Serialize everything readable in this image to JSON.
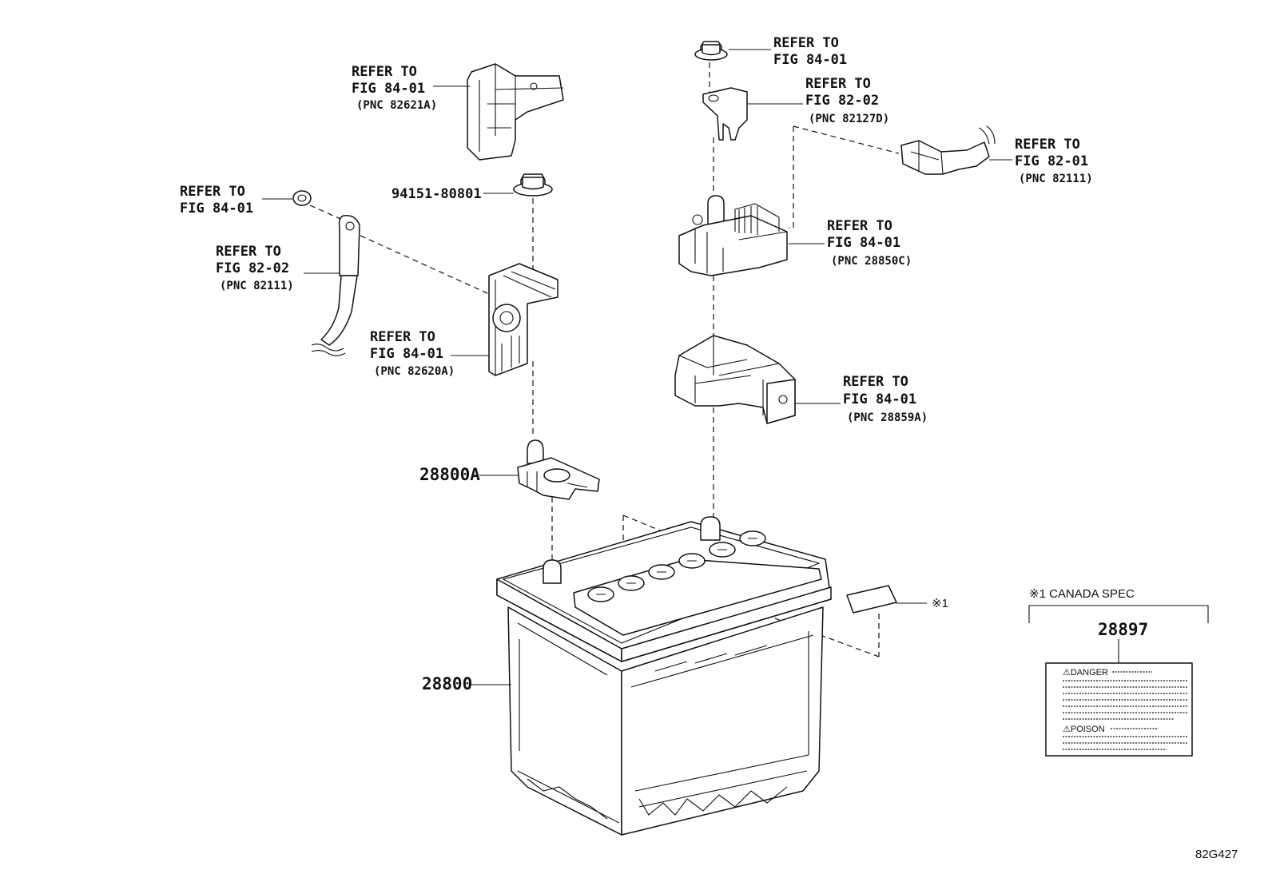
{
  "callouts": {
    "cover_82621a": {
      "line1": "REFER TO",
      "line2": "FIG 84-01",
      "pnc": "(PNC 82621A)"
    },
    "nut_left": {
      "line1": "REFER TO",
      "line2": "FIG 84-01"
    },
    "cable_82111": {
      "line1": "REFER TO",
      "line2": "FIG 82-02",
      "pnc": "(PNC 82111)"
    },
    "nut_94151": {
      "part_no": "94151-80801"
    },
    "cover_82620a": {
      "line1": "REFER TO",
      "line2": "FIG 84-01",
      "pnc": "(PNC 82620A)"
    },
    "terminal_28800a": {
      "part_no": "28800A"
    },
    "battery_28800": {
      "part_no": "28800"
    },
    "nut_top": {
      "line1": "REFER TO",
      "line2": "FIG 84-01"
    },
    "bracket_82127d": {
      "line1": "REFER TO",
      "line2": "FIG 82-02",
      "pnc": "(PNC 82127D)"
    },
    "connector_82111": {
      "line1": "REFER TO",
      "line2": "FIG 82-01",
      "pnc": "(PNC 82111)"
    },
    "sensor_28850c": {
      "line1": "REFER TO",
      "line2": "FIG 84-01",
      "pnc": "(PNC 28850C)"
    },
    "clamp_28859a": {
      "line1": "REFER TO",
      "line2": "FIG 84-01",
      "pnc": "(PNC 28859A)"
    }
  },
  "note_mark": "※1",
  "canada_spec": {
    "title": "※1 CANADA SPEC",
    "part_no": "28897",
    "label_heading_1": "⚠DANGER",
    "label_heading_2": "⚠POISON"
  },
  "figure_code": "82G427"
}
